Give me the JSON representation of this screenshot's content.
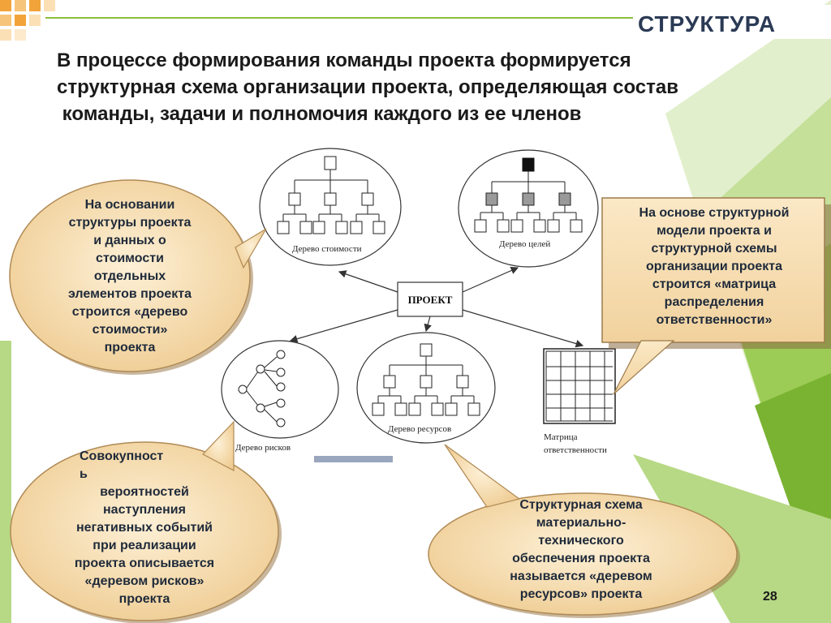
{
  "slide": {
    "title": "СТРУКТУРА",
    "subtitle_lines": [
      "В процессе формирования команды проекта формируется",
      "структурная схема организации проекта, определяющая состав",
      " команды, задачи и полномочия каждого из ее членов"
    ],
    "page_number": "28"
  },
  "diagram": {
    "center_label": "ПРОЕКТ",
    "nodes": {
      "cost_tree": "Дерево стоимости",
      "goals_tree": "Дерево целей",
      "risks_tree": "Дерево рисков",
      "resources_tree": "Дерево ресурсов",
      "matrix_line1": "Матрица",
      "matrix_line2": "ответственности"
    }
  },
  "callouts": {
    "cost": [
      "На основании",
      "структуры проекта",
      "и данных о",
      "стоимости",
      "отдельных",
      "элементов проекта",
      "строится «дерево",
      "стоимости»",
      "проекта"
    ],
    "matrix": [
      "На основе структурной",
      "модели проекта и",
      "структурной схемы",
      "организации проекта",
      "строится «матрица",
      "распределения",
      "ответственности»"
    ],
    "risks": [
      "Совокупност",
      "ь",
      "вероятностей",
      "наступления",
      "негативных событий",
      "при реализации",
      "проекта описывается",
      "«деревом рисков»",
      "проекта"
    ],
    "resources": [
      "Структурная схема",
      "материально-",
      "технического",
      "обеспечения проекта",
      "называется «деревом",
      "ресурсов» проекта"
    ]
  },
  "colors": {
    "title": "#2b3a55",
    "bubble_fill": "#f3d6a4",
    "bubble_edge": "#b08a55",
    "green_accent": "#8bbf3a",
    "orange_accent": "#f2a33a",
    "matrix_box_fill": "#f6dcb0"
  }
}
